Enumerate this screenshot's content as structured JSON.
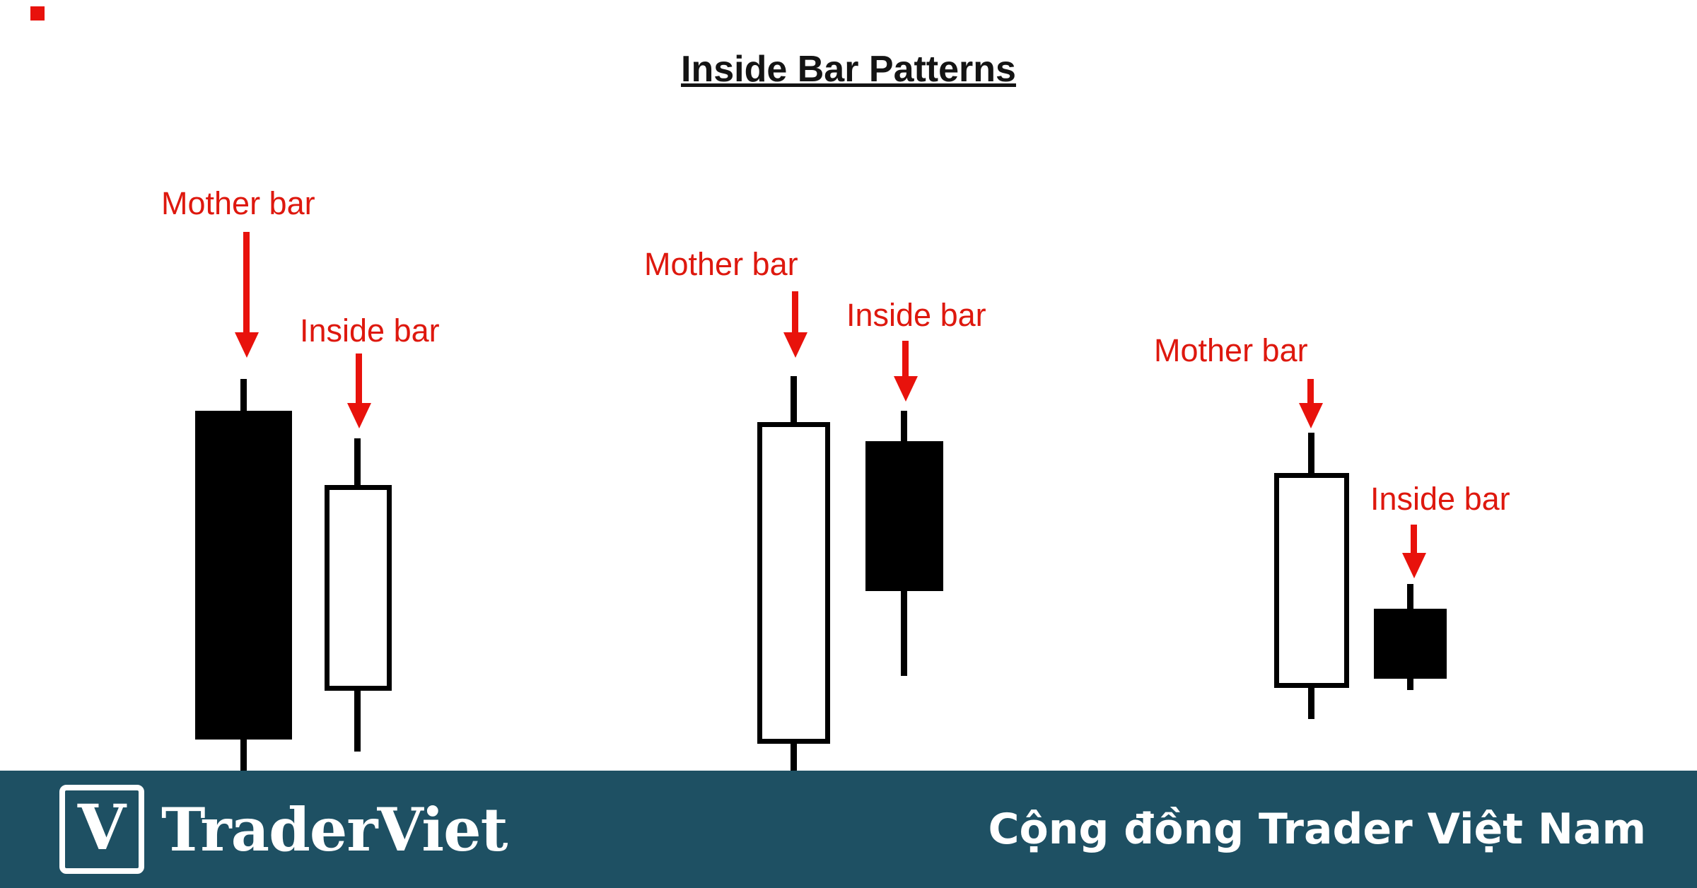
{
  "title": "Inside Bar Patterns",
  "patterns": [
    {
      "mother_label": "Mother bar",
      "inside_label": "Inside bar",
      "mother_candle_style": "filled-black",
      "inside_candle_style": "hollow-white"
    },
    {
      "mother_label": "Mother bar",
      "inside_label": "Inside bar",
      "mother_candle_style": "hollow-white",
      "inside_candle_style": "filled-black"
    },
    {
      "mother_label": "Mother bar",
      "inside_label": "Inside bar",
      "mother_candle_style": "hollow-white",
      "inside_candle_style": "filled-black"
    }
  ],
  "footer": {
    "logo_letter": "V",
    "brand": "TraderViet",
    "tagline": "Cộng đồng Trader Việt Nam"
  },
  "colors": {
    "annotation_red": "#e8120c",
    "candle_black": "#000000",
    "banner_background": "#1e5063",
    "banner_text": "#ffffff",
    "page_background": "#ffffff"
  }
}
